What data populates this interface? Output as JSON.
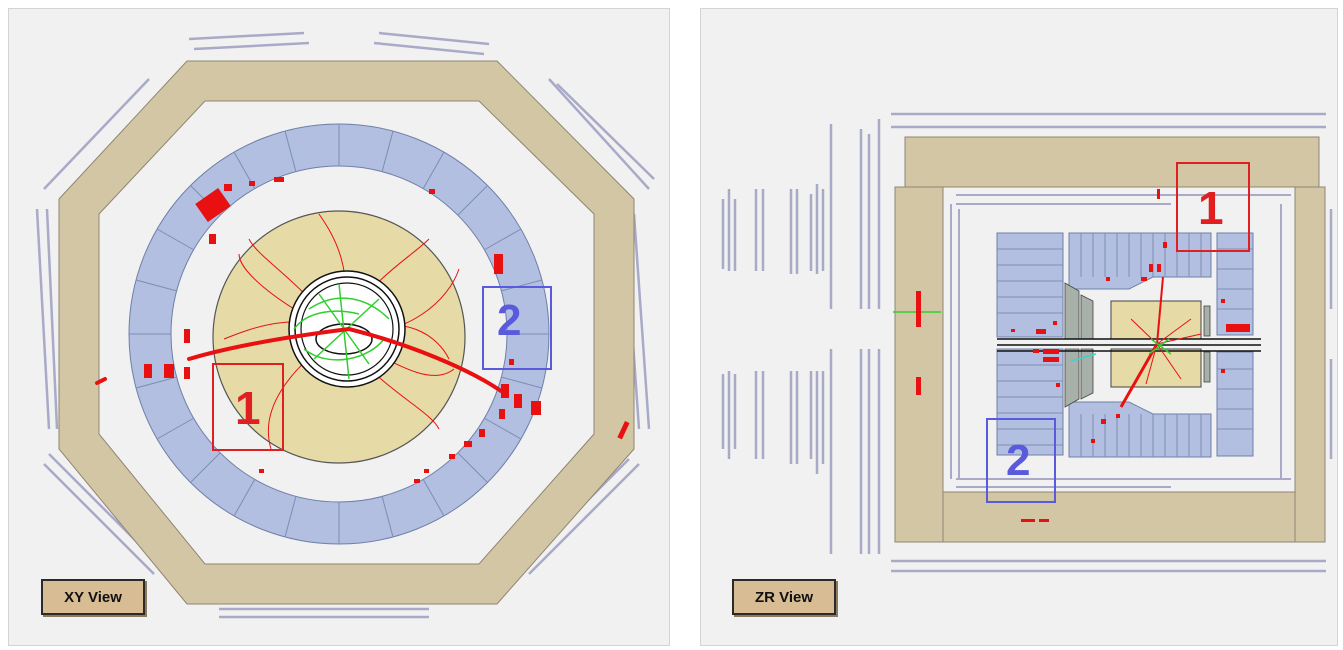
{
  "xy_view": {
    "button_label": "XY View",
    "box_labels": {
      "box1": "1",
      "box2": "2"
    }
  },
  "zr_view": {
    "button_label": "ZR View",
    "box_labels": {
      "box1": "1",
      "box2": "2"
    }
  },
  "colors": {
    "panel_bg": "#f1f1f1",
    "outer_calorimeter": "#d3c6a4",
    "inner_calorimeter": "#b2bfe0",
    "tracker": "#e6dba6",
    "hit_red": "#e81010",
    "track_green": "#2fcf2f",
    "box1": "#e02020",
    "box2": "#5a5adc",
    "muon_chamber": "#a9a9c8",
    "button_bg": "#d7bc94"
  }
}
